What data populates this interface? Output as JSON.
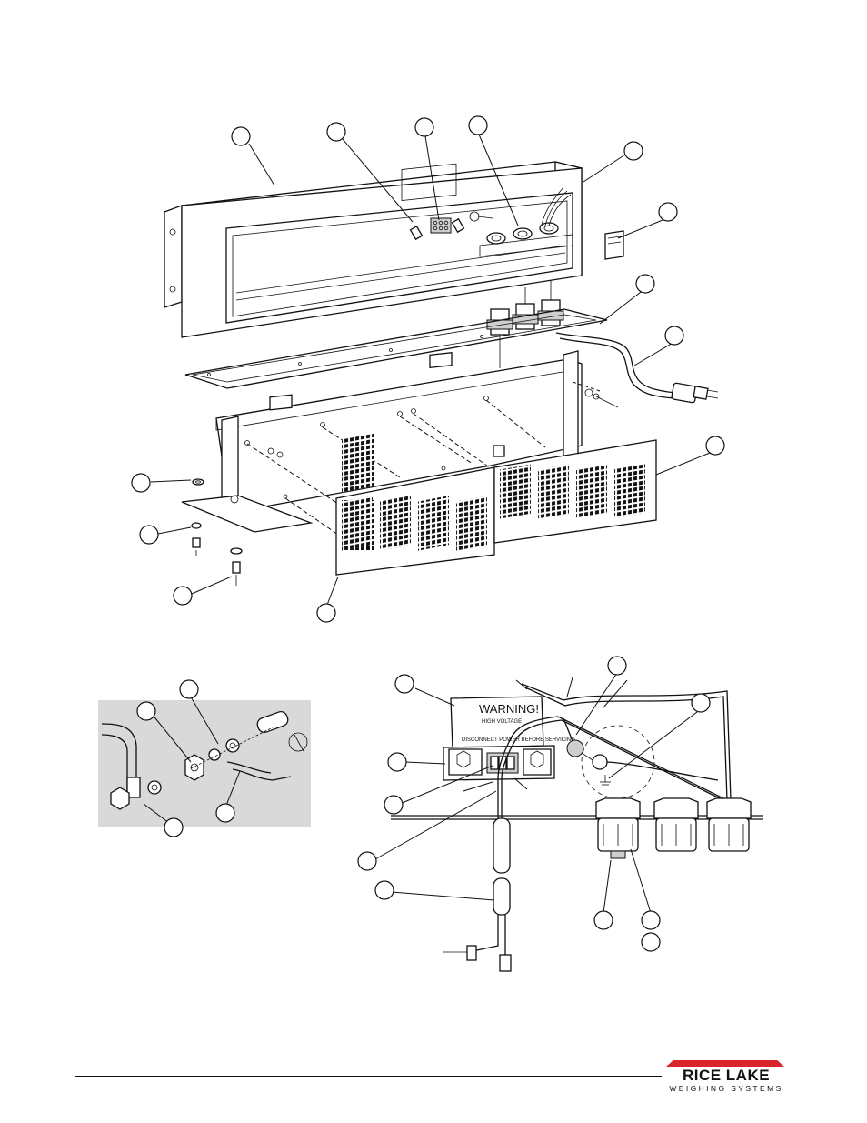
{
  "warning_label": {
    "title": "WARNING!",
    "line1": "HIGH VOLTAGE",
    "line2": "DISCONNECT POWER BEFORE SERVICING"
  },
  "logo": {
    "name": "RICE LAKE",
    "subtitle": "WEIGHING SYSTEMS",
    "brand_color": "#d9242b"
  }
}
